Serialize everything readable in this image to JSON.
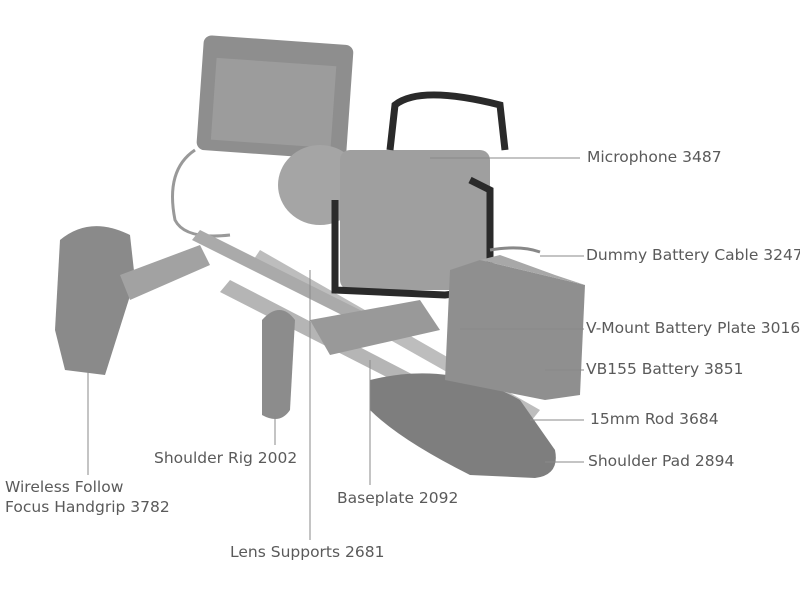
{
  "labels": {
    "microphone": "Microphone 3487",
    "dummy_battery_cable": "Dummy Battery Cable 3247",
    "v_mount_plate": "V-Mount Battery Plate 3016",
    "vb155_battery": "VB155 Battery 3851",
    "rod_15mm": "15mm Rod 3684",
    "shoulder_pad": "Shoulder Pad 2894",
    "shoulder_rig": "Shoulder Rig 2002",
    "baseplate": "Baseplate 2092",
    "lens_supports": "Lens Supports 2681",
    "handgrip_line1": "Wireless Follow",
    "handgrip_line2": "Focus Handgrip 3782"
  },
  "colors": {
    "label_text": "#5a5a5a",
    "leader_line": "#8a8a8a",
    "product_gray": "#9a9a9a",
    "cage_black": "#2a2a2a"
  }
}
